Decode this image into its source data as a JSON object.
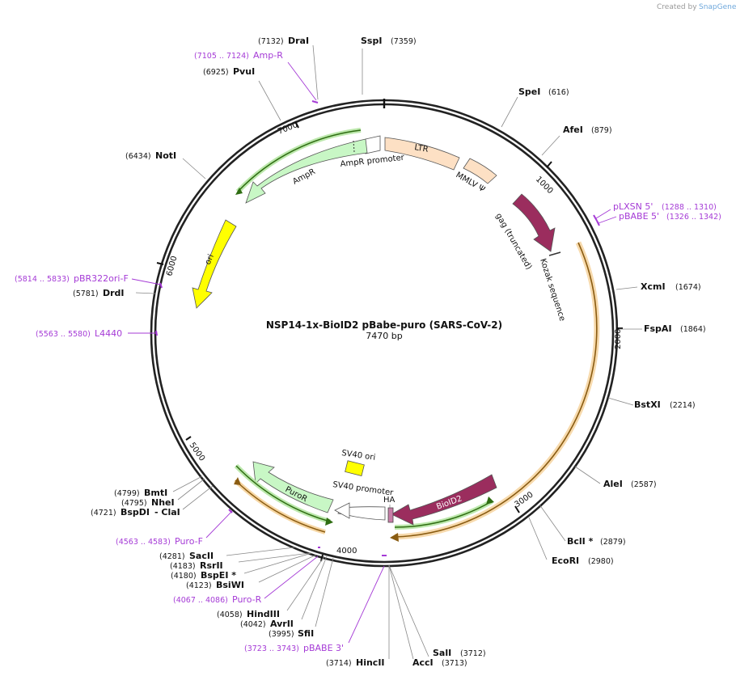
{
  "credit": {
    "created_by": "Created by",
    "brand": "SnapGene"
  },
  "plasmid": {
    "name": "NSP14-1x-BioID2 pBabe-puro (SARS-CoV-2)",
    "size": "7470 bp"
  },
  "ticks": [
    "1000",
    "2000",
    "3000",
    "4000",
    "5000",
    "6000",
    "7000"
  ],
  "enzymes": [
    {
      "name": "SspI",
      "pos": "(7359)"
    },
    {
      "name": "SpeI",
      "pos": "(616)"
    },
    {
      "name": "AfeI",
      "pos": "(879)"
    },
    {
      "name": "XcmI",
      "pos": "(1674)"
    },
    {
      "name": "FspAI",
      "pos": "(1864)"
    },
    {
      "name": "BstXI",
      "pos": "(2214)"
    },
    {
      "name": "AleI",
      "pos": "(2587)"
    },
    {
      "name": "BclI *",
      "pos": "(2879)"
    },
    {
      "name": "EcoRI",
      "pos": "(2980)"
    },
    {
      "name": "SalI",
      "pos": "(3712)"
    },
    {
      "name": "AccI",
      "pos": "(3713)"
    },
    {
      "name": "HincII",
      "pos": "(3714)"
    },
    {
      "name": "SfiI",
      "pos": "(3995)"
    },
    {
      "name": "AvrII",
      "pos": "(4042)"
    },
    {
      "name": "HindIII",
      "pos": "(4058)"
    },
    {
      "name": "BsiWI",
      "pos": "(4123)"
    },
    {
      "name": "BspEI *",
      "pos": "(4180)"
    },
    {
      "name": "RsrII",
      "pos": "(4183)"
    },
    {
      "name": "SacII",
      "pos": "(4281)"
    },
    {
      "name": "BspDI",
      "pos": "(4721)",
      "extra": "- ClaI"
    },
    {
      "name": "NheI",
      "pos": "(4795)"
    },
    {
      "name": "BmtI",
      "pos": "(4799)"
    },
    {
      "name": "DrdI",
      "pos": "(5781)"
    },
    {
      "name": "NotI",
      "pos": "(6434)"
    },
    {
      "name": "PvuI",
      "pos": "(6925)"
    },
    {
      "name": "DraI",
      "pos": "(7132)"
    }
  ],
  "primers": [
    {
      "name": "Amp-R",
      "pos": "(7105 .. 7124)"
    },
    {
      "name": "pLXSN 5'",
      "pos": "(1288 .. 1310)"
    },
    {
      "name": "pBABE 5'",
      "pos": "(1326 .. 1342)"
    },
    {
      "name": "pBR322ori-F",
      "pos": "(5814 .. 5833)"
    },
    {
      "name": "L4440",
      "pos": "(5563 .. 5580)"
    },
    {
      "name": "Puro-F",
      "pos": "(4563 .. 4583)"
    },
    {
      "name": "Puro-R",
      "pos": "(4067 .. 4086)"
    },
    {
      "name": "pBABE 3'",
      "pos": "(3723 .. 3743)"
    }
  ],
  "features": {
    "ltr": "LTR",
    "mmlv": "MMLV Ψ",
    "ampr_promoter": "AmpR promoter",
    "ampr": "AmpR",
    "ori": "ori",
    "gag": "gag (truncated)",
    "kozak": "Kozak sequence",
    "sv40ori": "SV40 ori",
    "sv40promoter": "SV40 promoter",
    "puror": "PuroR",
    "ha": "HA",
    "bioid2": "BioID2"
  },
  "colors": {
    "backbone": "#222222",
    "primer": "#a53bd6",
    "ltr": "#fde0c4",
    "ampr": "#c8f7c5",
    "ori": "#ffff00",
    "gag": "#9b2d5e",
    "orf_outline_green": "#3c8a1a",
    "orf_outline_orange": "#e9a23a"
  }
}
